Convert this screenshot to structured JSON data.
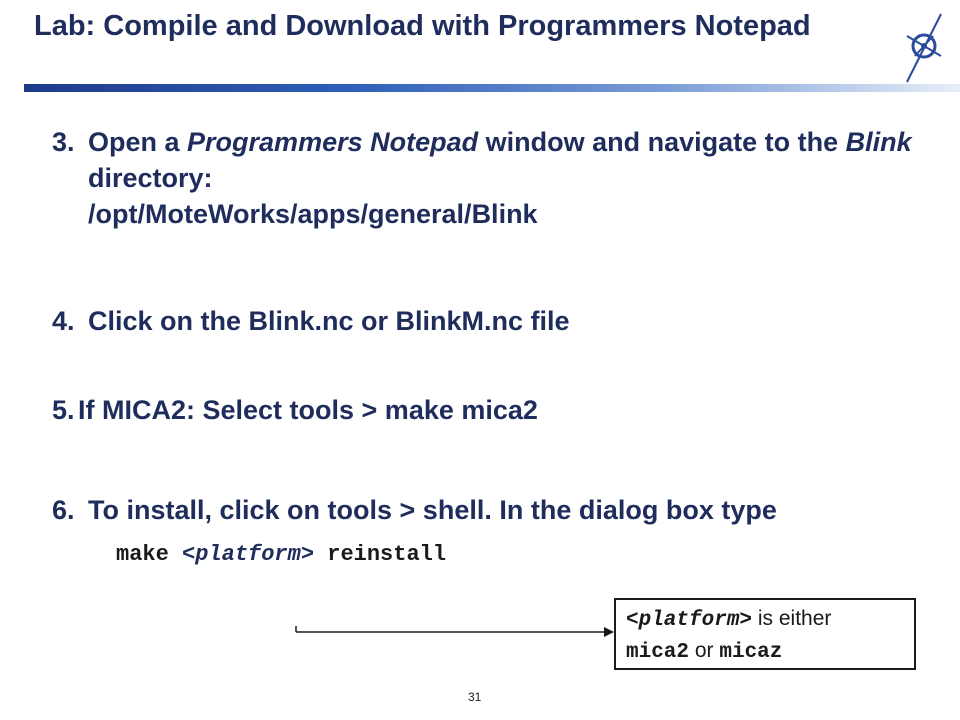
{
  "slide": {
    "title": "Lab: Compile and Download with Programmers Notepad",
    "page_number": "31",
    "colors": {
      "title_text": "#1f2d5c",
      "accent_bar": "#2f5fb8"
    },
    "logo_icon": "compass-icon"
  },
  "steps": [
    {
      "number": "3.",
      "pre1": "Open a ",
      "italic1": "Programmers Notepad",
      "post1": " window and navigate to the ",
      "italic2": "Blink",
      "post2": " directory:",
      "path": "/opt/MoteWorks/apps/general/Blink"
    },
    {
      "number": "4.",
      "text": "Click on the Blink.nc or BlinkM.nc file"
    },
    {
      "number": "5.",
      "text": "If MICA2: Select tools > make mica2"
    },
    {
      "number": "6.",
      "text": "To install, click on tools > shell. In the dialog box type"
    }
  ],
  "command": {
    "pre": "make ",
    "placeholder": "<platform>",
    "post": " reinstall"
  },
  "note": {
    "placeholder": "<platform>",
    "text1": " is either",
    "option1": "mica2",
    "or": " or ",
    "option2": "micaz"
  }
}
